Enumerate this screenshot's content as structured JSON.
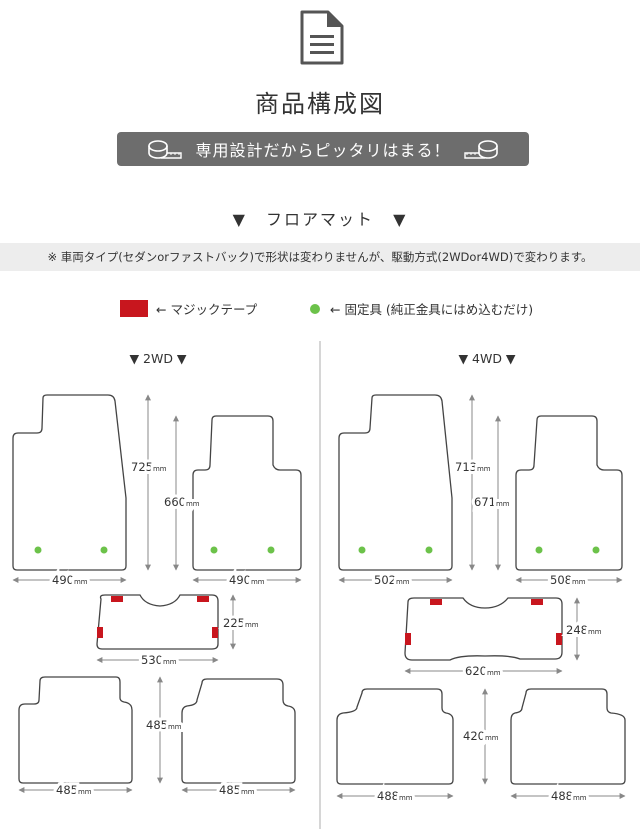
{
  "header": {
    "icon": "document-icon",
    "title": "商品構成図",
    "banner_text": "専用設計だからピッタリはまる！",
    "banner_icon": "tape-measure-icon"
  },
  "section": {
    "title": "フロアマット",
    "marker": "▼"
  },
  "notice": "※ 車両タイプ(セダンorファストバック)で形状は変わりませんが、駆動方式(2WDor4WD)で変わります。",
  "legend": {
    "tape_label": "← マジックテープ",
    "tape_color": "#c8161e",
    "fixture_label": "← 固定具 (純正金具にはめ込むだけ)",
    "fixture_color": "#6cc24a"
  },
  "unit": "mm",
  "diagrams": {
    "2wd": {
      "label": "▼ 2WD ▼",
      "driver_height": "725",
      "front_height": "660",
      "driver_width": "490",
      "passenger_width": "490",
      "center_width": "530",
      "center_height": "225",
      "rear_height": "485",
      "rear_left_width": "485",
      "rear_right_width": "485"
    },
    "4wd": {
      "label": "▼ 4WD ▼",
      "driver_height": "713",
      "front_height": "671",
      "driver_width": "502",
      "passenger_width": "508",
      "center_width": "620",
      "center_height": "248",
      "rear_height": "420",
      "rear_left_width": "488",
      "rear_right_width": "488"
    }
  }
}
